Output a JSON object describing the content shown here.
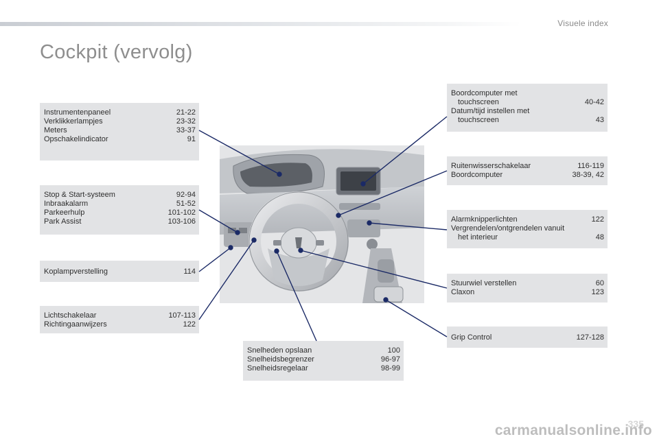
{
  "header": {
    "section_title": "Visuele index"
  },
  "page_title": "Cockpit (vervolg)",
  "callouts": {
    "instrument": [
      {
        "label": "Instrumentenpaneel",
        "ref": "21-22"
      },
      {
        "label": "Verklikkerlampjes",
        "ref": "23-32"
      },
      {
        "label": "Meters",
        "ref": "33-37"
      },
      {
        "label": "Opschakelindicator",
        "ref": "91"
      }
    ],
    "stop_start": [
      {
        "label": "Stop & Start-systeem",
        "ref": "92-94"
      },
      {
        "label": "Inbraakalarm",
        "ref": "51-52"
      },
      {
        "label": "Parkeerhulp",
        "ref": "101-102"
      },
      {
        "label": "Park Assist",
        "ref": "103-106"
      }
    ],
    "koplamp": [
      {
        "label": "Koplampverstelling",
        "ref": "114"
      }
    ],
    "licht": [
      {
        "label": "Lichtschakelaar",
        "ref": "107-113"
      },
      {
        "label": "Richtingaanwijzers",
        "ref": "122"
      }
    ],
    "snelheden": [
      {
        "label": "Snelheden opslaan",
        "ref": "100"
      },
      {
        "label": "Snelheidsbegrenzer",
        "ref": "96-97"
      },
      {
        "label": "Snelheidsregelaar",
        "ref": "98-99"
      }
    ],
    "boordcomputer_touch": [
      {
        "label": "Boordcomputer met",
        "cont": "touchscreen",
        "ref": "40-42"
      },
      {
        "label": "Datum/tijd instellen met",
        "cont": "touchscreen",
        "ref": "43"
      }
    ],
    "ruitenwisser": [
      {
        "label": "Ruitenwisserschakelaar",
        "ref": "116-119"
      },
      {
        "label": "Boordcomputer",
        "ref": "38-39, 42"
      }
    ],
    "alarm": [
      {
        "label": "Alarmknipperlichten",
        "ref": "122"
      },
      {
        "label": "Vergrendelen/ontgrendelen vanuit",
        "cont": "het interieur",
        "ref": "48"
      }
    ],
    "stuurwiel": [
      {
        "label": "Stuurwiel verstellen",
        "ref": "60"
      },
      {
        "label": "Claxon",
        "ref": "123"
      }
    ],
    "grip": [
      {
        "label": "Grip Control",
        "ref": "127-128"
      }
    ]
  },
  "footer": {
    "page_number": "335",
    "watermark": "carmanualsonline.info"
  },
  "colors": {
    "leader_line": "#1b2a66",
    "box_bg": "#e2e3e5",
    "title": "#8e8e8e"
  },
  "icons": {
    "cockpit": "car-cockpit-illustration"
  }
}
